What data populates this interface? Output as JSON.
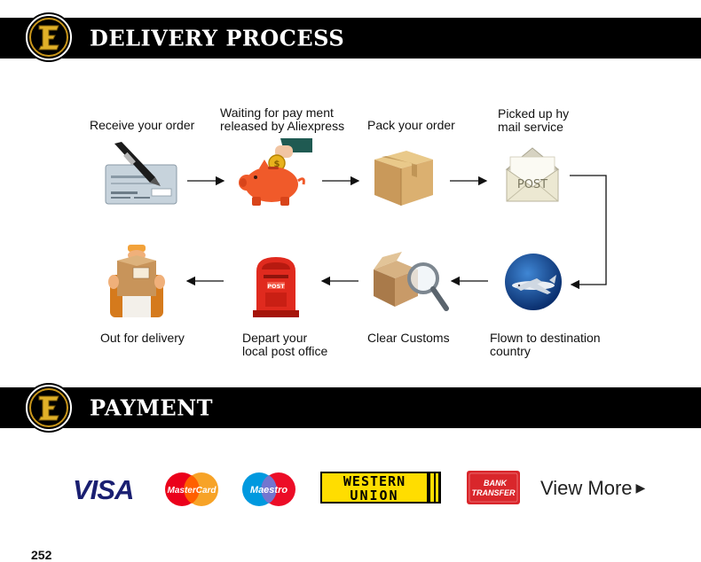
{
  "sections": {
    "delivery_title": "DELIVERY PROCESS",
    "payment_title": "PAYMENT"
  },
  "steps": [
    {
      "line1": "Receive your order",
      "line2": "",
      "icon": "check-pen-icon"
    },
    {
      "line1": "Waiting for pay ment",
      "line2": "released by Aliexpress",
      "icon": "piggy-bank-icon"
    },
    {
      "line1": "Pack your order",
      "line2": "",
      "icon": "package-box-icon"
    },
    {
      "line1": "Picked up hy",
      "line2": "mail service",
      "icon": "post-envelope-icon"
    },
    {
      "line1": "Flown to destination",
      "line2": "country",
      "icon": "airplane-icon"
    },
    {
      "line1": "Clear Customs",
      "line2": "",
      "icon": "magnifier-box-icon"
    },
    {
      "line1": "Depart your",
      "line2": "local post office",
      "icon": "postbox-icon"
    },
    {
      "line1": "Out for delivery",
      "line2": "",
      "icon": "courier-icon"
    }
  ],
  "icon_texts": {
    "post": "POST",
    "postbox": "POST"
  },
  "payment_methods": [
    {
      "text": "VISA",
      "icon": "visa-logo"
    },
    {
      "text": "MasterCard",
      "icon": "mastercard-logo"
    },
    {
      "text": "Maestro",
      "icon": "maestro-logo"
    },
    {
      "text": "WESTERN",
      "text2": "UNION",
      "icon": "western-union-logo"
    },
    {
      "text": "BANK",
      "text2": "TRANSFER",
      "icon": "bank-transfer-logo"
    }
  ],
  "view_more": "View More",
  "footer_fragment": "252",
  "colors": {
    "banner": "#000000",
    "gold": "#d4a017",
    "visa_blue": "#1a1f71",
    "mastercard_red": "#eb001b",
    "mastercard_orange": "#f79e1b",
    "maestro_blue": "#0099df",
    "western_yellow": "#ffdd00",
    "bank_red": "#d9262b"
  }
}
